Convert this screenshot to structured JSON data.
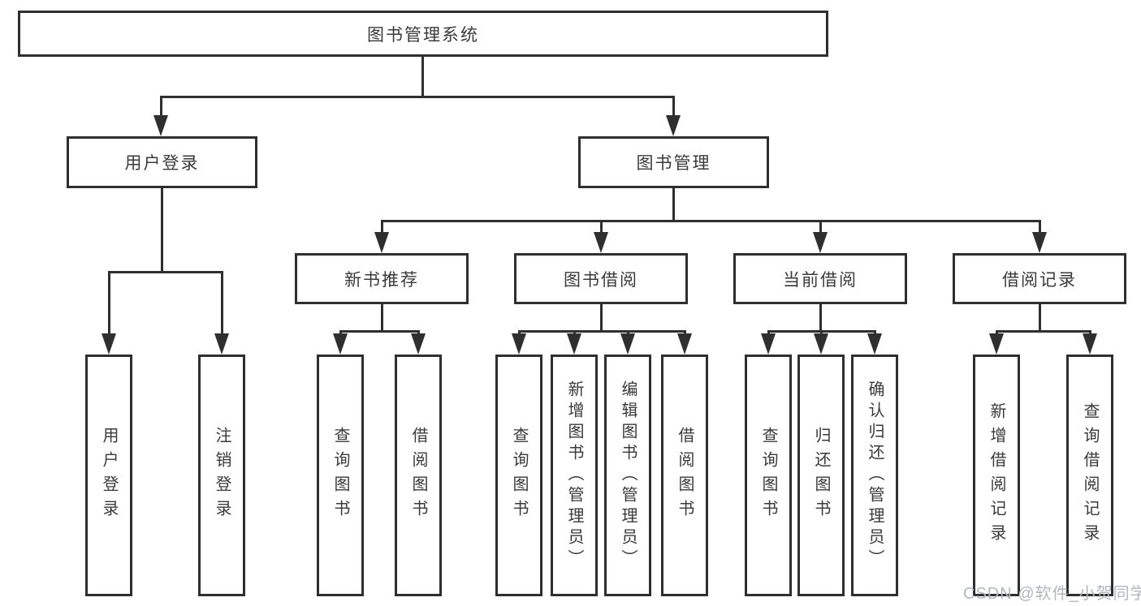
{
  "diagram": {
    "root": {
      "label": "图书管理系统"
    },
    "level2": {
      "user_login": {
        "label": "用户登录"
      },
      "book_management": {
        "label": "图书管理"
      }
    },
    "level3": {
      "new_book_rec": {
        "label": "新书推荐"
      },
      "book_borrow": {
        "label": "图书借阅"
      },
      "current_borrow": {
        "label": "当前借阅"
      },
      "borrow_records": {
        "label": "借阅记录"
      }
    },
    "leaves": {
      "user_login": [
        "用户登录",
        "注销登录"
      ],
      "new_book_rec": [
        "查询图书",
        "借阅图书"
      ],
      "book_borrow": [
        "查询图书",
        "新增图书（管理员）",
        "编辑图书（管理员）",
        "借阅图书"
      ],
      "current_borrow": [
        "查询图书",
        "归还图书",
        "确认归还（管理员）"
      ],
      "borrow_records": [
        "新增借阅记录",
        "查询借阅记录"
      ]
    },
    "colors": {
      "line": "#2f2f2f",
      "text": "#3a3a3a",
      "background": "#ffffff",
      "watermark": "#b3b6bb"
    },
    "watermark": "CSDN @软件_小贺同学"
  }
}
